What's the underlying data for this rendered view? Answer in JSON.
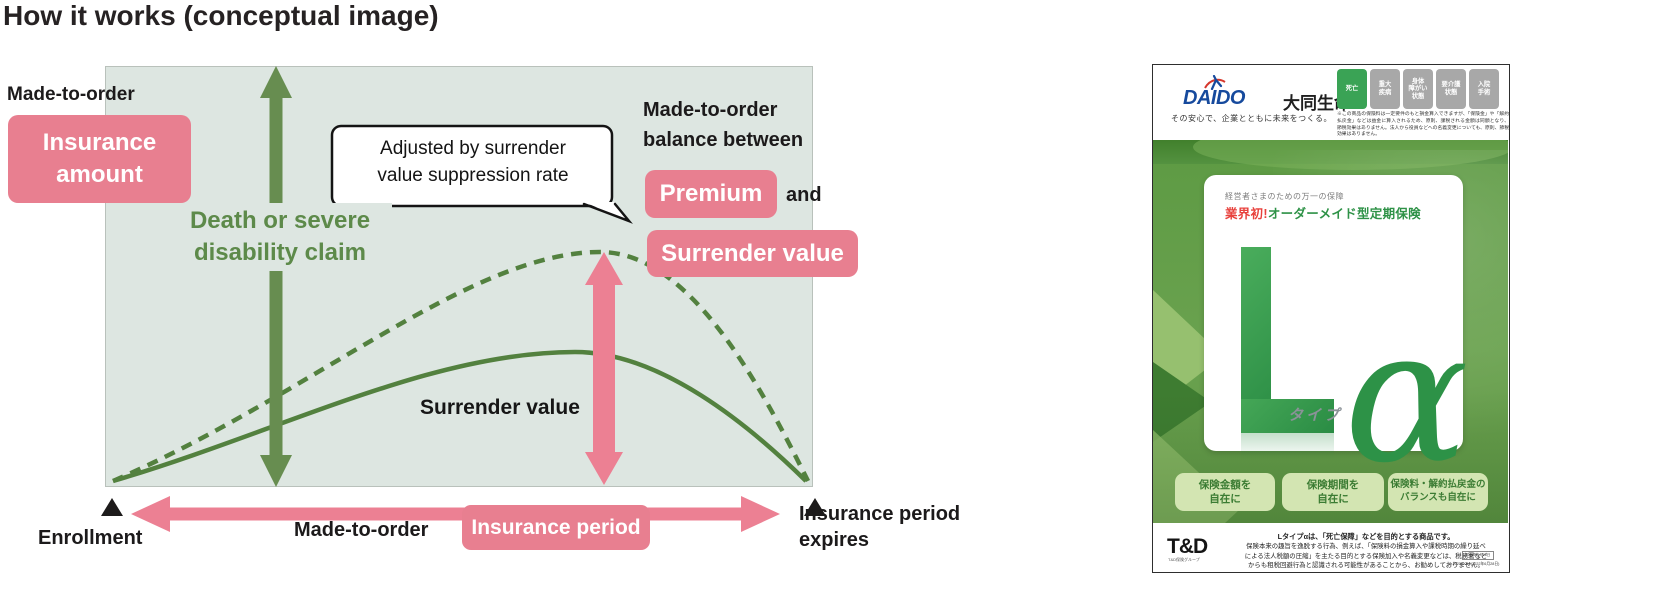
{
  "page": {
    "title": "How it works (conceptual image)"
  },
  "colors": {
    "pink": "#e87f90",
    "arrow_pink": "#ec8093",
    "arrow_green": "#678d50",
    "curve_green": "#53813f",
    "label_green": "#5d8a4a",
    "chart_bg": "#dde6e1"
  },
  "diagram": {
    "made_to_order_top": "Made-to-order",
    "insurance_amount_badge": "Insurance\namount",
    "death_claim_label": "Death or severe\ndisability claim",
    "callout": "Adjusted by surrender\nvalue suppression rate",
    "balance_heading": "Made-to-order\nbalance between",
    "premium_badge": "Premium",
    "and_label": "and",
    "surrender_value_badge": "Surrender value",
    "surrender_value_curve_label": "Surrender value",
    "enrollment_label": "Enrollment",
    "made_to_order_bottom": "Made-to-order",
    "insurance_period_badge": "Insurance period",
    "expires_label": "Insurance period\nexpires",
    "concept_curves": {
      "dashed_curve": "Premium / adjusted surrender value ceiling, rises from enrollment, peaks mid-term, falls to zero at expiry",
      "solid_curve": "Surrender value, lower arc peaking mid-term and falling to zero at expiry",
      "vertical_green_arrow": "Insurance amount (death or severe disability claim) spans full height",
      "vertical_pink_arrow": "Gap between premium and surrender value",
      "horizontal_pink_arrow": "Insurance period from enrollment to expiry"
    }
  },
  "pamphlet": {
    "brand": "DAIDO",
    "brand_jp": "大同生命",
    "tagline": "その安心で、企業とともに未来をつくる。",
    "tabs": [
      {
        "label": "死亡"
      },
      {
        "label": "重大\n疾病"
      },
      {
        "label": "身体\n障がい\n状態"
      },
      {
        "label": "要介護\n状態"
      },
      {
        "label": "入院\n手術"
      }
    ],
    "header_note": "※この商品の保険料は一定要件のもと損金算入できますが、「保険金」や「解約払戻金」などは益金に算入されるため、原則、課税される金額は同額となり、節税効果はありません。法人から役員などへの名義変更についても、原則、節税効果はありません。",
    "panel_eyebrow": "経営者さまのための万一の保障",
    "panel_title_red": "業界初!",
    "panel_title_green": "オーダーメイド型定期保険",
    "product_letter": "L",
    "product_type": "タイプ",
    "product_alpha": "α",
    "features": [
      "保険金額を\n自在に",
      "保険期間を\n自在に",
      "保険料・解約払戻金の\nバランスも自在に"
    ],
    "td_logo": "T&D",
    "td_group": "T&D保険グループ",
    "footer_bold": "Lタイプαは、「死亡保障」などを目的とする商品です。",
    "footer_note": "保険本来の趣旨を逸脱する行為、例えば、「保険料の損金算入や課税時期の繰り延べ\nによる法人税額の圧縮」を主たる目的とする保険加入や名義変更などは、税務署など\nからも租税回避行為と認識される可能性があることから、お勧めしておりません。",
    "footer_code": "A.2023-0010(2022年6月28日)",
    "stamp": "2022年6月28日"
  }
}
